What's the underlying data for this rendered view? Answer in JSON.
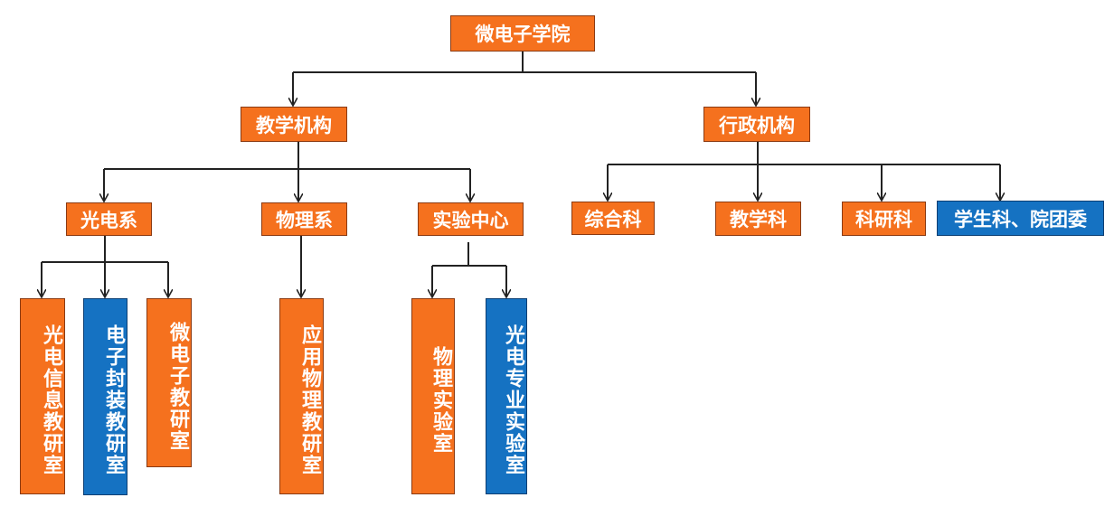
{
  "root": "微电子学院",
  "branches": [
    {
      "label": "教学机构",
      "children": [
        {
          "label": "光电系",
          "children": [
            "光电信息教研室",
            "电子封装教研室",
            "微电子教研室"
          ]
        },
        {
          "label": "物理系",
          "children": [
            "应用物理教研室"
          ]
        },
        {
          "label": "实验中心",
          "children": [
            "物理实验室",
            "光电专业实验室"
          ]
        }
      ]
    },
    {
      "label": "行政机构",
      "children": [
        {
          "label": "综合科"
        },
        {
          "label": "教学科"
        },
        {
          "label": "科研科"
        },
        {
          "label": "学生科、院团委"
        }
      ]
    }
  ],
  "colors": {
    "primary": "#f5711e",
    "highlight": "#1572c2",
    "connector": "#222222"
  }
}
